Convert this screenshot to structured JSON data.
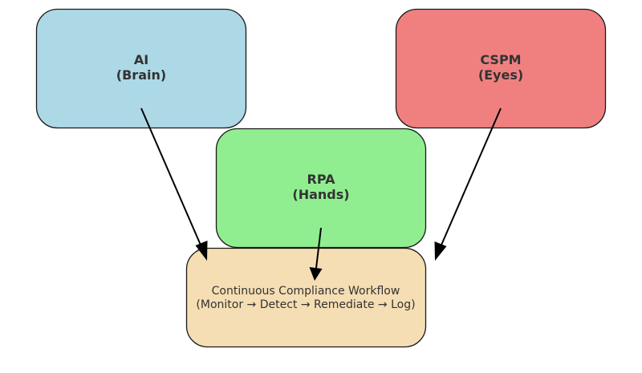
{
  "diagram": {
    "nodes": {
      "ai": {
        "line1": "AI",
        "line2": "(Brain)",
        "color": "#add8e6"
      },
      "cspm": {
        "line1": "CSPM",
        "line2": "(Eyes)",
        "color": "#f08080"
      },
      "rpa": {
        "line1": "RPA",
        "line2": "(Hands)",
        "color": "#90ee90"
      },
      "workflow": {
        "line1": "Continuous Compliance Workflow",
        "line2": "(Monitor → Detect → Remediate → Log)",
        "color": "#f5deb3"
      }
    },
    "edges": [
      {
        "from": "AI",
        "to": "Continuous Compliance Workflow"
      },
      {
        "from": "CSPM",
        "to": "Continuous Compliance Workflow"
      },
      {
        "from": "RPA",
        "to": "Continuous Compliance Workflow"
      }
    ],
    "text_color": "#333333",
    "arrow_color": "#000000"
  }
}
